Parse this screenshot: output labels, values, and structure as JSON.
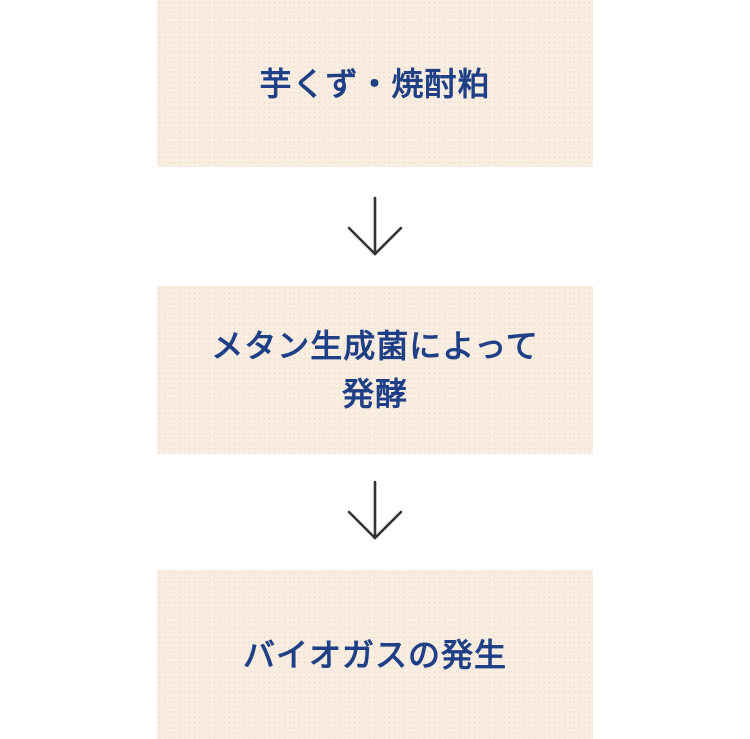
{
  "flow": {
    "steps": [
      {
        "lines": [
          "芋くず・焼酎粕"
        ]
      },
      {
        "lines": [
          "メタン生成菌によって",
          "発酵"
        ]
      },
      {
        "lines": [
          "バイオガスの発生"
        ]
      }
    ],
    "arrow_icon": "arrow-down-icon"
  },
  "colors": {
    "box_background": "#f8ede0",
    "text": "#1f3f86",
    "arrow": "#333333"
  }
}
